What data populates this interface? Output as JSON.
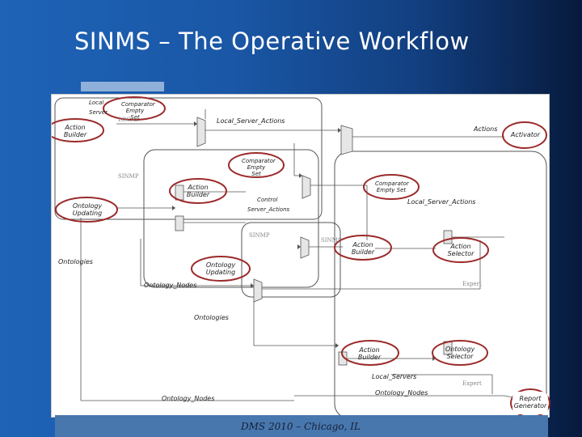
{
  "slide": {
    "title": "SINMS – The Operative Workflow",
    "footer": "DMS 2010 – Chicago, IL"
  },
  "diagram": {
    "labels": {
      "local_server_1": "Local",
      "local_server_2": "Server",
      "comparator_top": "Comparator Empty Set",
      "local_server_actions_top": "Local_Server_Actions",
      "action_builder_1": "Action Builder",
      "actions": "Actions",
      "activator": "Activator",
      "comparator_mid": "Comparator Empty Set",
      "action_builder_2": "Action Builder",
      "comparator_right": "Comparator Empty Set",
      "control": "Control",
      "server_actions": "Server_Actions",
      "local_server_actions_right": "Local_Server_Actions",
      "ontology_updating_1": "Ontology Updating",
      "ontologies_left": "Ontologies",
      "action_builder_3": "Action Builder",
      "action_selector": "Action Selector",
      "ontology_updating_2": "Ontology Updating",
      "ontology_nodes_1": "Ontology_Nodes",
      "ontologies_mid": "Ontologies",
      "action_builder_4": "Action Builder",
      "ontology_selector": "Ontology Selector",
      "local_servers": "Local_Servers",
      "ontology_nodes_2": "Ontology_Nodes",
      "ontology_nodes_3": "Ontology_Nodes",
      "report_generator": "Report Generator",
      "tag_local": "LOCAL",
      "tag_sinmp_1": "SINMP",
      "tag_sinmp_2": "SINMP",
      "tag_sinms": "SINMS",
      "tag_expert_1": "Expert",
      "tag_expert_2": "Expert"
    },
    "colors": {
      "highlight_ring": "#9c2a2a",
      "line": "#555555",
      "component_fill": "#e6e6e6"
    }
  }
}
